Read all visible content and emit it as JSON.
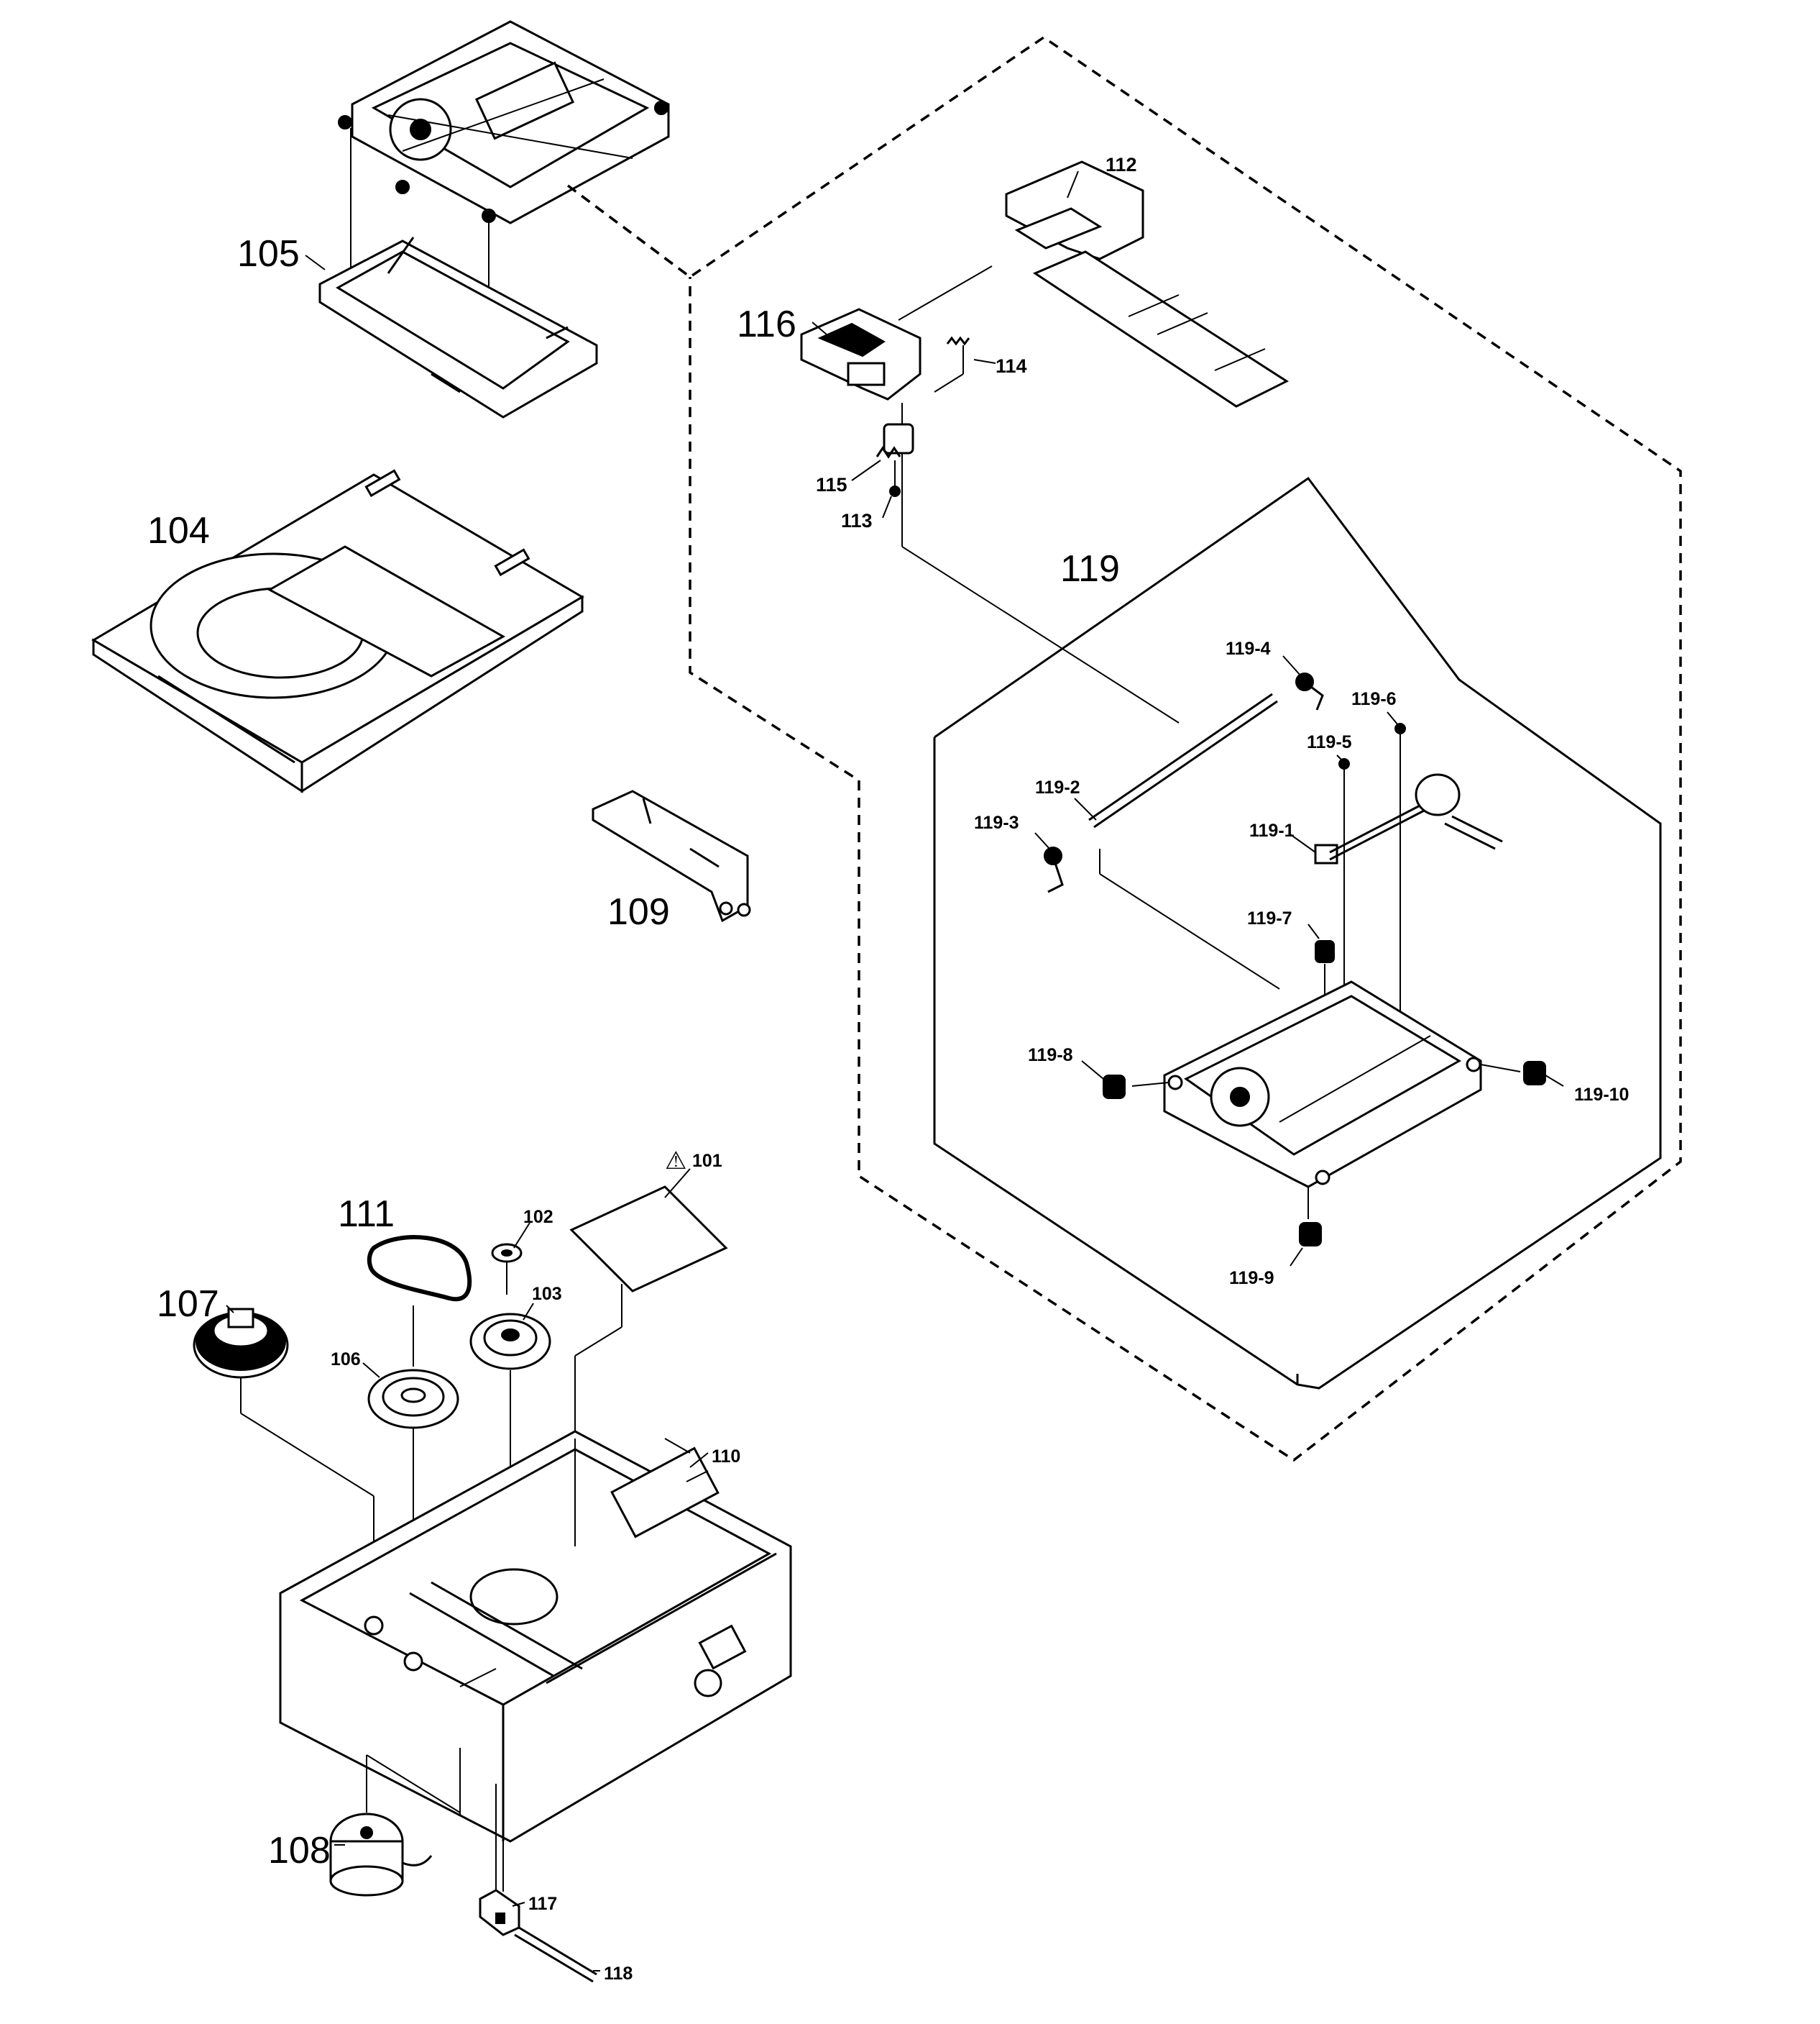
{
  "labels": {
    "p101": "101",
    "p102": "102",
    "p103": "103",
    "p104": "104",
    "p105": "105",
    "p106": "106",
    "p107": "107",
    "p108": "108",
    "p109": "109",
    "p110": "110",
    "p111": "111",
    "p112": "112",
    "p113": "113",
    "p114": "114",
    "p115": "115",
    "p116": "116",
    "p117": "117",
    "p118": "118",
    "p119": "119",
    "p119_1": "119-1",
    "p119_2": "119-2",
    "p119_3": "119-3",
    "p119_4": "119-4",
    "p119_5": "119-5",
    "p119_6": "119-6",
    "p119_7": "119-7",
    "p119_8": "119-8",
    "p119_9": "119-9",
    "p119_10": "119-10"
  },
  "warning_symbol": "⚠",
  "colors": {
    "line": "#000000",
    "background": "#ffffff"
  }
}
